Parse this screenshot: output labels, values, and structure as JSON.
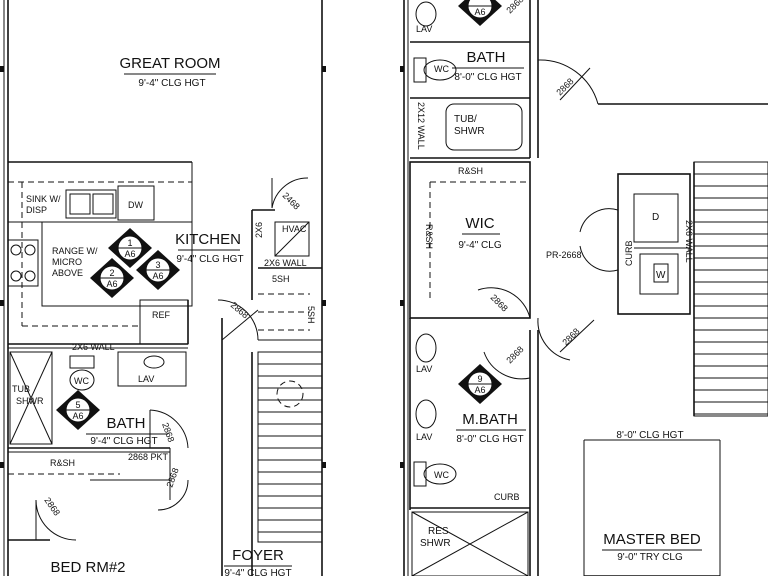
{
  "rooms": {
    "great_room": {
      "name": "GREAT ROOM",
      "ceiling": "9'-4\" CLG HGT"
    },
    "kitchen": {
      "name": "KITCHEN",
      "ceiling": "9'-4\" CLG HGT"
    },
    "bath_main": {
      "name": "BATH",
      "ceiling": "9'-4\" CLG HGT"
    },
    "bath_upper": {
      "name": "BATH",
      "ceiling": "8'-0\" CLG HGT"
    },
    "wic": {
      "name": "WIC",
      "ceiling": "9'-4\" CLG"
    },
    "master_bath": {
      "name": "M.BATH",
      "ceiling": "8'-0\" CLG HGT"
    },
    "master_bed": {
      "name": "MASTER BED",
      "ceiling": "9'-0\" TRY CLG",
      "ceiling_top": "8'-0\" CLG HGT"
    },
    "foyer": {
      "name": "FOYER",
      "ceiling": "9'-4\" CLG HGT"
    },
    "bed2": {
      "name": "BED RM#2"
    }
  },
  "labels": {
    "sink": "SINK W/",
    "disp": "DISP",
    "dw": "DW",
    "range1": "RANGE W/",
    "range2": "MICRO",
    "range3": "ABOVE",
    "ref": "REF",
    "hvac": "HVAC",
    "wall2x6_v": "2X6",
    "wall2x6_kitchen": "2X6 WALL",
    "wall2x6_bath": "2X6 WALL",
    "wall2x6_right": "2X6 WALL",
    "wall2x12": "2X12 WALL",
    "sh5": "5SH",
    "sh5_v": "5SH",
    "tub1": "TUB",
    "tub2": "SHWR",
    "tubshwr1": "TUB/",
    "tubshwr2": "SHWR",
    "rsh_wic_top": "R&SH",
    "rsh_wic_left": "R&SH",
    "rsh_bath": "R&SH",
    "pr": "PR-2668",
    "curb_v": "CURB",
    "curb_mbath": "CURB",
    "pkt": "2868 PKT",
    "washer": "W",
    "dryer": "D",
    "res1": "RES",
    "res2": "SHWR",
    "lav": "LAV",
    "wc": "WC",
    "door": "2868",
    "door_alt": "2468"
  },
  "markers": [
    {
      "num": "1",
      "sheet": "A6"
    },
    {
      "num": "2",
      "sheet": "A6"
    },
    {
      "num": "3",
      "sheet": "A6"
    },
    {
      "num": "5",
      "sheet": "A6"
    },
    {
      "num": "9",
      "sheet": "A6"
    },
    {
      "num": "",
      "sheet": "A6"
    }
  ]
}
